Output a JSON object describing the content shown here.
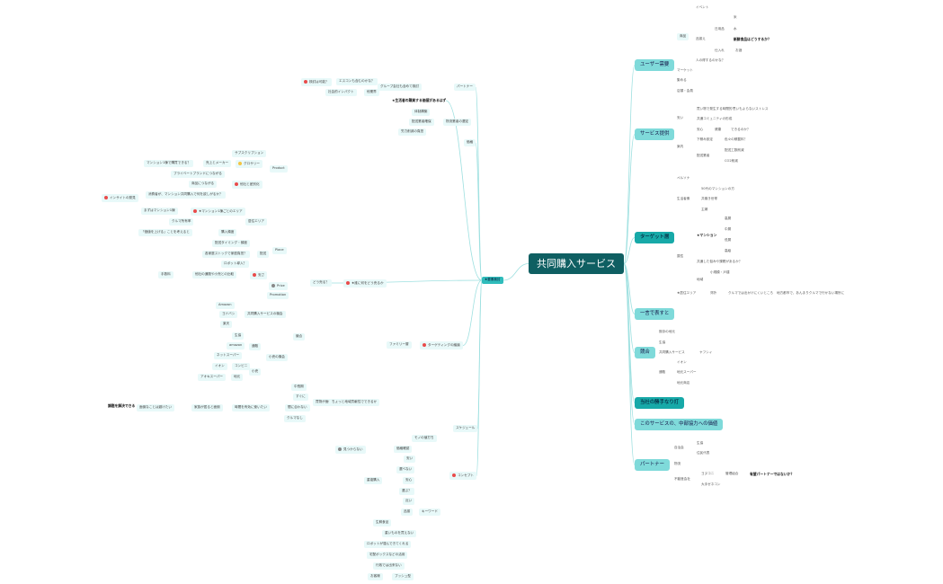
{
  "title": "共同購入サービス",
  "colors": {
    "root": "#0f5f62",
    "main": "#7fdada",
    "main_strong": "#17a9a8",
    "line": "#9ee0e0",
    "alert": "#e94b4b"
  },
  "right": {
    "user_demand": "ユーザー需要",
    "service_demand": "サービス提供",
    "target": "ターゲット層",
    "one_word": "一言で表すと",
    "competitors": "競合",
    "our_strength": "当社の勝手なり打",
    "power_needed": "このサービスの、中部協力への価値",
    "partners": "パートナー"
  },
  "right_sub": {
    "u1": "イベント",
    "u2": "商品",
    "u3": "品揃え",
    "u4": "日用品",
    "u5": "米",
    "u6": "新鮮食品はどうするか？",
    "u7": "仕入れ",
    "u8": "水",
    "u9": "お酒",
    "u10": "人の得するのかな？",
    "u11": "マーケット",
    "u12": "集める",
    "u13": "店頭・会員",
    "s1": "安い",
    "s2": "買い物で発生する時間的",
    "s3": "思いもよらないストレス",
    "s4": "共通コミュニティの形成",
    "s5": "安心",
    "s6": "健康",
    "s7": "できるのか？",
    "s8": "案内",
    "s9": "下積み設定",
    "s10": "色々の積載料？",
    "s11": "配送業者",
    "s12": "配送工数削減",
    "s13": "CO2削減",
    "t1": "ペルソナ",
    "t2": "生活者像",
    "t3": "50代のマンションの方",
    "t4": "共働き世帯",
    "t5": "主婦",
    "t6": "★マンション",
    "t7": "高層",
    "t8": "中層",
    "t9": "低層",
    "t10": "高級",
    "t11": "属性",
    "t12": "小規模・戸建",
    "t13": "共通した悩みや課題があるか？",
    "t14": "地域",
    "t15": "★居住エリア",
    "t16": "郊外",
    "t17": "クルマでは出かけにくいところ",
    "t18": "地方都市で、あんまりクルマで行かない場所に",
    "c1": "既存の地元",
    "c2": "生協",
    "c3": "共同購入サービス",
    "c4": "ヤフシィ",
    "c5": "通販",
    "c6": "イオン",
    "c7": "地元スーパー",
    "c8": "地元商店",
    "p1": "自治会",
    "p2": "生協",
    "p3": "住民代表",
    "p4": "物流",
    "p5": "不動産会社",
    "p6": "ヨヌコニ",
    "p7": "管理組合",
    "p8": "有望パートナーではないか？",
    "p9": "大手ゼネコン"
  },
  "left": {
    "hub": "★要素検討",
    "partner": "パートナー",
    "p_a": "グループ会社も含めて検討",
    "p_b": "エスコンも含むのかな？",
    "p_c": "他業界",
    "p_d": "社会的インパクト",
    "p_e": "不動産業",
    "p_ask": "検討は可能？",
    "merit": "★仕組み",
    "merit_a": "★生活者の購買する価値があるはず",
    "merit_b": "体制構築",
    "merit_c": "配送業者確保",
    "merit_d": "物流業者の選定",
    "merit_e": "労力削減の負担",
    "merit_f": "手間の掛かる業務",
    "price": "価格",
    "how": "どう売る？",
    "how_q": "★誰に何をどう売るか",
    "product": "Product",
    "pr1": "サブスクリプション",
    "pr2": "グロサリー",
    "pr3": "マンション1棟で購買できる？",
    "pr4": "売上とメーカー",
    "pr5": "プライベートブランドにつながる",
    "pr6": "他社と差別化",
    "pr7": "商品につながる",
    "pr8": "消費者が、マンション共同購入で何を欲しがるか？",
    "pr9": "インサイトの発見",
    "place": "Place",
    "pl1": "★マンション1棟ごとのエリア",
    "pl2": "まずはマンション1棟",
    "pl3": "居住エリア",
    "pl4": "クルマ所有率",
    "pl5": "購入頻度",
    "pl6": "「価値を上げる」ことを考えると",
    "pl7": "配送タイミング・頻度",
    "pl8": "配送",
    "pl9": "各家庭ストックで家庭負担？",
    "pl10": "ロボット導入？",
    "price2": "Price",
    "pr_a": "安さ",
    "pr_b": "他社の通販や小売との比較",
    "pr_c": "手数料",
    "promo": "Promotion",
    "tm": "ターゲティングの議論",
    "family": "ファミリー層",
    "schedule": "スケジュール",
    "concept": "コンセプト",
    "lm1": "Amazon",
    "lm2": "ヨドバシ",
    "lm3": "楽天",
    "lm4": "共同購入サービスの機会",
    "lm5": "競合",
    "lm6": "生協",
    "lm7": "amazon",
    "lm8": "ネットスーパー",
    "lm9": "通販",
    "lm10": "小売",
    "lm11": "イオン",
    "lm12": "コンビニ",
    "lm13": "アオキスーパー",
    "lm14": "地元",
    "lm15": "小売の機会",
    "dm1": "中長期",
    "dm2": "すぐに",
    "dm3": "間に合わない",
    "dm4": "クルマなし",
    "dm5": "買物が面倒",
    "dm6": "ちょっと地域貢献性でできるか",
    "dm7": "時間を有効に使いたい",
    "dm8": "家族が居ると面倒",
    "dm9": "面倒なことは避けたい",
    "dm10": "課題を解決できる",
    "cc1": "モノの値打ち",
    "cc2": "価格確認",
    "cc3": "見つからない",
    "cc4": "安い",
    "cc5": "選べない",
    "cc6": "安心",
    "cc7": "重複購入",
    "cc8": "選ぶ？",
    "cc9": "近い",
    "cc10": "品揃",
    "cc11": "キーワード",
    "cc12": "生鮮食品",
    "cc13": "ロボットが運んできてくれる",
    "cc14": "重いものを買えない",
    "cc15": "宅配ボックスなどの活用",
    "cc16": "行政では出来ない",
    "cc17": "お客様",
    "cc18": "プッシュ型"
  }
}
